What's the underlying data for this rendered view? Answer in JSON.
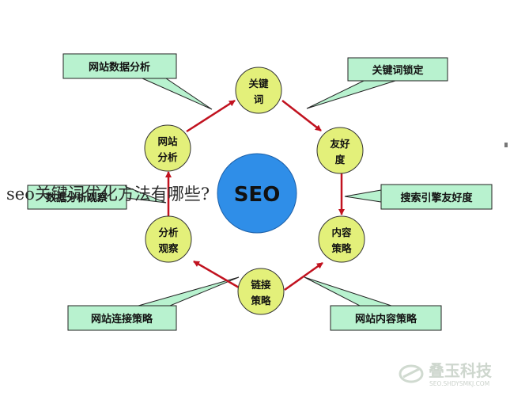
{
  "center": {
    "label": "SEO"
  },
  "nodes": [
    {
      "id": "keywords",
      "lines": [
        "关键",
        "词"
      ]
    },
    {
      "id": "friendliness",
      "lines": [
        "友好",
        "度"
      ]
    },
    {
      "id": "content-strategy",
      "lines": [
        "内容",
        "策略"
      ]
    },
    {
      "id": "link-strategy",
      "lines": [
        "链接",
        "策略"
      ]
    },
    {
      "id": "analysis-observation",
      "lines": [
        "分析",
        "观察"
      ]
    },
    {
      "id": "site-analysis",
      "lines": [
        "网站",
        "分析"
      ]
    }
  ],
  "callouts": [
    {
      "id": "site-data-analysis",
      "text": "网站数据分析"
    },
    {
      "id": "keyword-locking",
      "text": "关键词锁定"
    },
    {
      "id": "search-engine-friendliness",
      "text": "搜索引擎友好度"
    },
    {
      "id": "site-content-strategy",
      "text": "网站内容策略"
    },
    {
      "id": "site-link-strategy",
      "text": "网站连接策略"
    },
    {
      "id": "data-analysis-observation",
      "text": "数据分析观察"
    }
  ],
  "overlay_title": "seo关键词优化方法有哪些?",
  "watermark": {
    "name": "叠玉科技",
    "url": "SEO.SHDYSMKJ.COM"
  },
  "colors": {
    "node_fill": "#e3f07a",
    "center_fill": "#2f8ee8",
    "callout_fill": "#b8f2cf",
    "arrow": "#c1121f"
  }
}
